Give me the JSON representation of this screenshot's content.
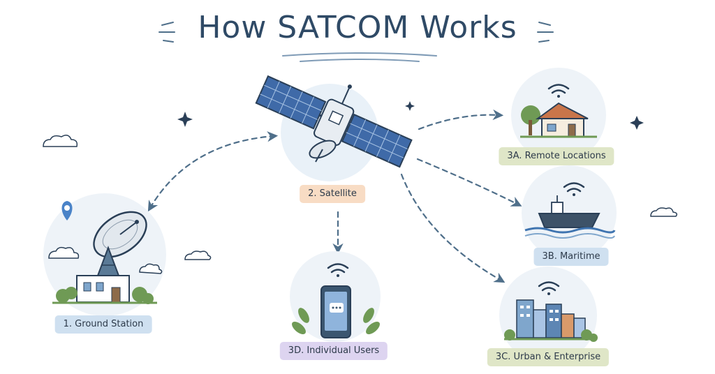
{
  "title": "How SATCOM Works",
  "colors": {
    "ink": "#2f4a66",
    "arrow": "#4f6f8a",
    "label_ground": "#cfe0f0",
    "label_satellite": "#f8dcc4",
    "label_remote": "#dfe6c7",
    "label_maritime": "#cfe0f0",
    "label_urban": "#dfe6c7",
    "label_users": "#ddd4f0"
  },
  "nodes": {
    "ground_station": {
      "label": "1. Ground Station",
      "icon": "satellite-dish-icon"
    },
    "satellite": {
      "label": "2. Satellite",
      "icon": "satellite-icon"
    },
    "remote": {
      "label": "3A. Remote Locations",
      "icon": "house-icon"
    },
    "maritime": {
      "label": "3B. Maritime",
      "icon": "ship-icon"
    },
    "urban": {
      "label": "3C. Urban & Enterprise",
      "icon": "city-icon"
    },
    "users": {
      "label": "3D. Individual Users",
      "icon": "smartphone-icon"
    }
  },
  "decor": [
    "wifi-icon",
    "cloud-icon",
    "sparkle-icon",
    "location-pin-icon"
  ]
}
